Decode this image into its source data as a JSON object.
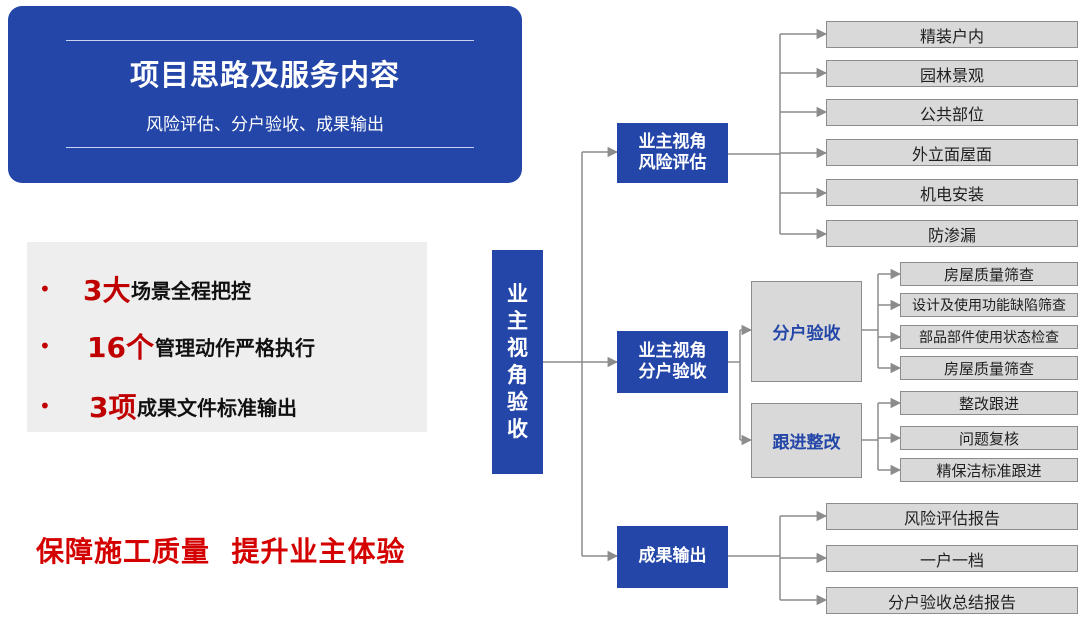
{
  "header": {
    "title": "项目思路及服务内容",
    "subtitle": "风险评估、分户验收、成果输出"
  },
  "highlights": [
    {
      "bullet": "•",
      "num": "3大",
      "text": "场景全程把控"
    },
    {
      "bullet": "•",
      "num": "16个",
      "text": "管理动作严格执行"
    },
    {
      "bullet": "•",
      "num": "3项",
      "text": "成果文件标准输出"
    }
  ],
  "slogan": "保障施工质量  提升业主体验",
  "root": {
    "label": "业\n主\n视\n角\n验\n收"
  },
  "branches": [
    {
      "label": "业主视角\n风险评估",
      "leaves": [
        "精装户内",
        "园林景观",
        "公共部位",
        "外立面屋面",
        "机电安装",
        "防渗漏"
      ]
    },
    {
      "label": "业主视角\n分户验收",
      "subs": [
        {
          "label": "分户验收",
          "leaves": [
            "房屋质量筛查",
            "设计及使用功能缺陷筛查",
            "部品部件使用状态检查",
            "房屋质量筛查"
          ]
        },
        {
          "label": "跟进整改",
          "leaves": [
            "整改跟进",
            "问题复核",
            "精保洁标准跟进"
          ]
        }
      ]
    },
    {
      "label": "成果输出",
      "leaves": [
        "风险评估报告",
        "一户一档",
        "分户验收总结报告"
      ]
    }
  ],
  "colors": {
    "brand_blue": "#2346a8",
    "accent_red": "#c00000",
    "box_gray": "#d9d9d9"
  }
}
